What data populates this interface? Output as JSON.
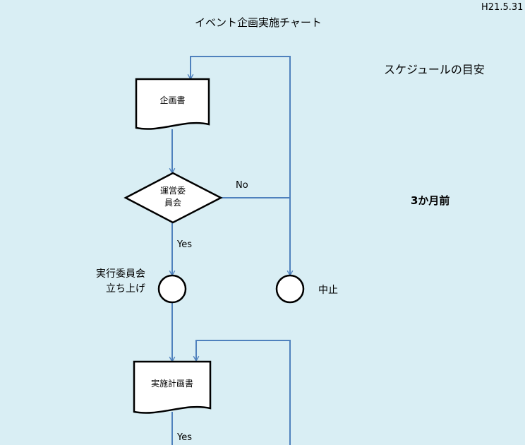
{
  "header": {
    "date": "H21.5.31",
    "title": "イベント企画実施チャート"
  },
  "schedule": {
    "heading": "スケジュールの目安",
    "milestone_1": "3か月前"
  },
  "nodes": {
    "plan_doc": "企画書",
    "committee_decision_line1": "運営委",
    "committee_decision_line2": "員会",
    "exec_launch_line1": "実行委員会",
    "exec_launch_line2": "立ち上げ",
    "cancel": "中止",
    "exec_plan_doc": "実施計画書"
  },
  "edges": {
    "no_label": "No",
    "yes_label_1": "Yes",
    "yes_label_2": "Yes"
  },
  "colors": {
    "background": "#d9eef4",
    "connector": "#4f81bd",
    "shape_fill": "#ffffff",
    "shape_stroke": "#000000"
  }
}
